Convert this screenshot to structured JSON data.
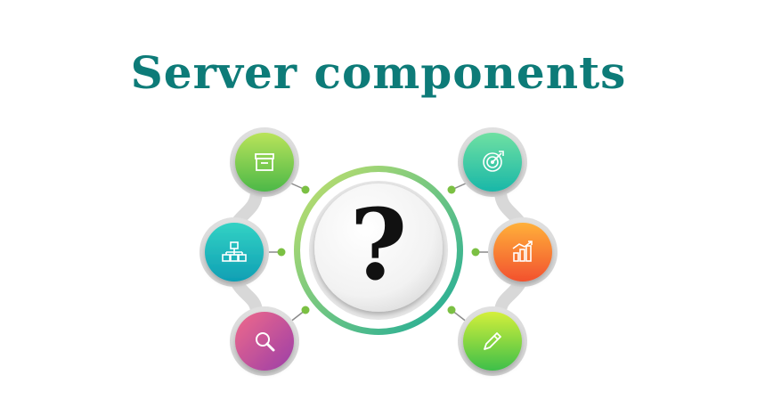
{
  "title": "Server components",
  "colors": {
    "title": "#0d7b78",
    "connector": "#8a8a8a",
    "dot": "#7bc043",
    "ring_start": "#c9e26a",
    "ring_end": "#17a99a",
    "node_ring": "#d7d7d7"
  },
  "center": {
    "symbol": "?"
  },
  "nodes": [
    {
      "id": "archive",
      "icon": "archive-box-icon",
      "gradient": [
        "#b9e35a",
        "#4cb848"
      ]
    },
    {
      "id": "hierarchy",
      "icon": "hierarchy-icon",
      "gradient": [
        "#33d2c4",
        "#0f9fb4"
      ]
    },
    {
      "id": "search",
      "icon": "magnifier-icon",
      "gradient": [
        "#f06a8a",
        "#9b3ea8"
      ]
    },
    {
      "id": "target",
      "icon": "target-icon",
      "gradient": [
        "#6fe0a2",
        "#19b7a8"
      ]
    },
    {
      "id": "growth",
      "icon": "bar-chart-growth-icon",
      "gradient": [
        "#ffb03a",
        "#f2512e"
      ]
    },
    {
      "id": "edit",
      "icon": "pencil-icon",
      "gradient": [
        "#d4ef3a",
        "#3dbf49"
      ]
    }
  ]
}
